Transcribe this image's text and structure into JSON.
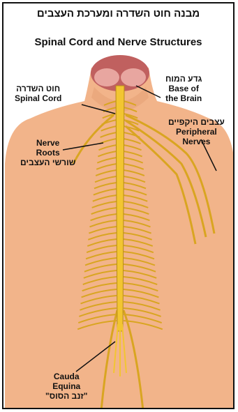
{
  "title_hebrew": "מבנה חוט השדרה ומערכת העצבים",
  "title_english": "Spinal Cord and Nerve Structures",
  "labels": {
    "brain_stem": {
      "hebrew": "גדע המוח",
      "english_line1": "Base of",
      "english_line2": "the Brain"
    },
    "spinal_cord": {
      "hebrew": "חוט השדרה",
      "english": "Spinal Cord"
    },
    "peripheral_nerves": {
      "hebrew": "עצבים היקפיים",
      "english_line1": "Peripheral",
      "english_line2": "Nerves"
    },
    "nerve_roots": {
      "english_line1": "Nerve",
      "english_line2": "Roots",
      "hebrew": "שורשי העצבים"
    },
    "cauda_equina": {
      "english_line1": "Cauda",
      "english_line2": "Equina",
      "hebrew": "\"זנב הסוס\""
    }
  },
  "colors": {
    "background": "#ffffff",
    "skin": "#f2b48a",
    "skin_shadow": "#e49d72",
    "brain": "#c0605f",
    "nerve": "#f2c531",
    "nerve_outline": "#b68a1a",
    "text": "#111111"
  }
}
